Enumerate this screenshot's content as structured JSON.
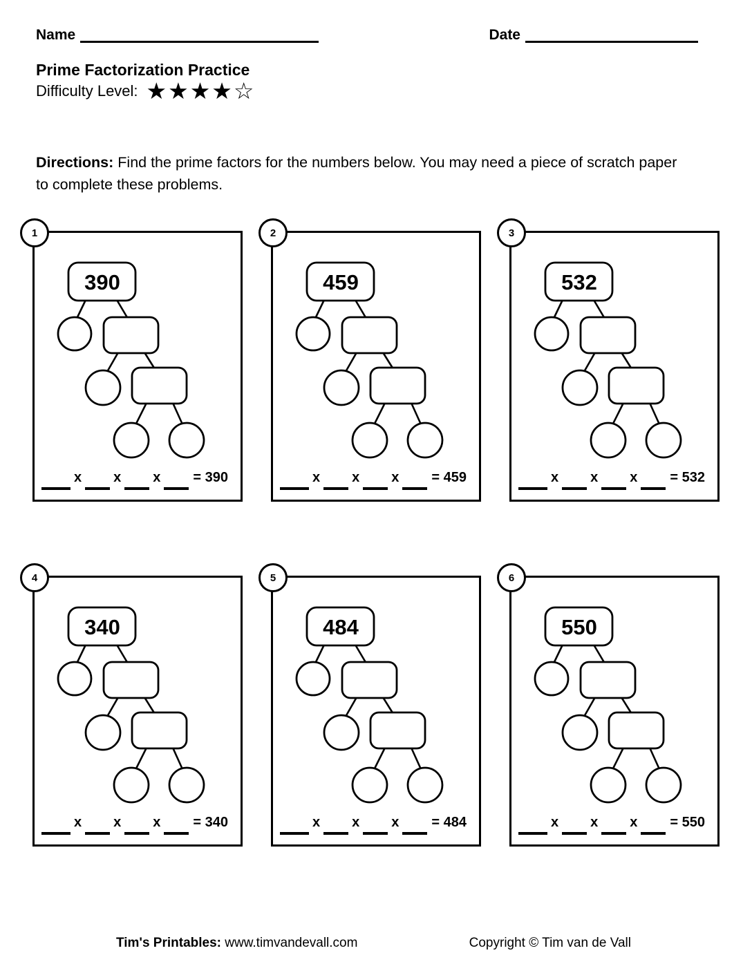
{
  "page": {
    "background": "#ffffff",
    "ink": "#000000"
  },
  "header": {
    "name_label": "Name",
    "date_label": "Date",
    "title": "Prime Factorization Practice",
    "difficulty_label": "Difficulty Level:",
    "stars_display": "★★★★☆",
    "stars_filled": 4,
    "stars_total": 5
  },
  "directions": {
    "label": "Directions:",
    "text": " Find the prime factors for the numbers below. You may need a piece of scratch paper to complete these problems."
  },
  "equation": {
    "times": "x"
  },
  "problems": [
    {
      "number": "1",
      "value": "390",
      "result": "= 390"
    },
    {
      "number": "2",
      "value": "459",
      "result": "= 459"
    },
    {
      "number": "3",
      "value": "532",
      "result": "= 532"
    },
    {
      "number": "4",
      "value": "340",
      "result": "= 340"
    },
    {
      "number": "5",
      "value": "484",
      "result": "= 484"
    },
    {
      "number": "6",
      "value": "550",
      "result": "= 550"
    }
  ],
  "footer": {
    "brand_label": "Tim's Printables:",
    "brand_url": " www.timvandevall.com",
    "copyright": "Copyright © Tim van de Vall"
  }
}
